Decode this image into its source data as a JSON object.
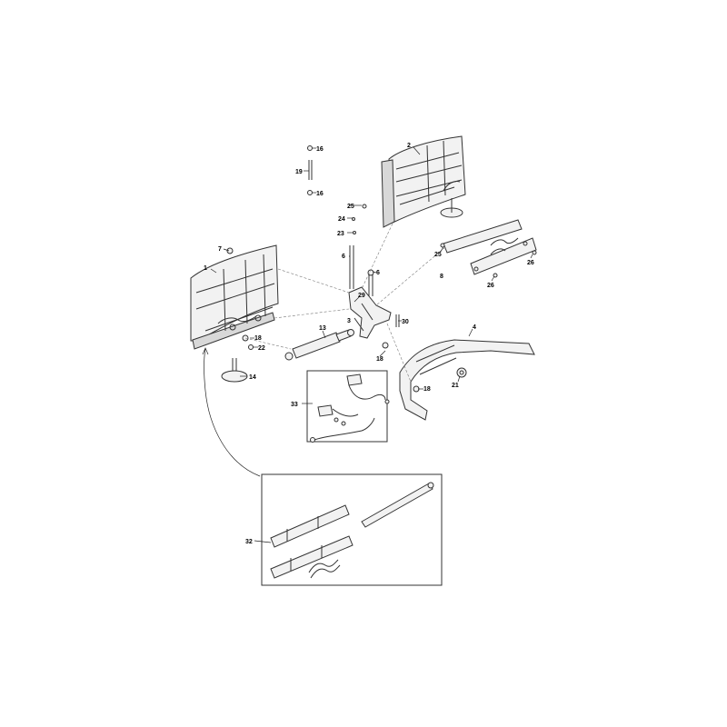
{
  "diagram": {
    "labels": {
      "p1": "1",
      "p2": "2",
      "p3": "3",
      "p4": "4",
      "p6a": "6",
      "p6b": "6",
      "p7": "7",
      "p8": "8",
      "p13": "13",
      "p14": "14",
      "p16a": "16",
      "p16b": "16",
      "p18a": "18",
      "p18b": "18",
      "p18c": "18",
      "p19": "19",
      "p21": "21",
      "p22": "22",
      "p23": "23",
      "p24": "24",
      "p25a": "25",
      "p25b": "25",
      "p26a": "26",
      "p26b": "26",
      "p29": "29",
      "p30": "30",
      "p32": "32",
      "p33": "33"
    },
    "colors": {
      "line": "#333333",
      "fill": "#f2f2f2",
      "shade": "#d8d8d8"
    }
  }
}
